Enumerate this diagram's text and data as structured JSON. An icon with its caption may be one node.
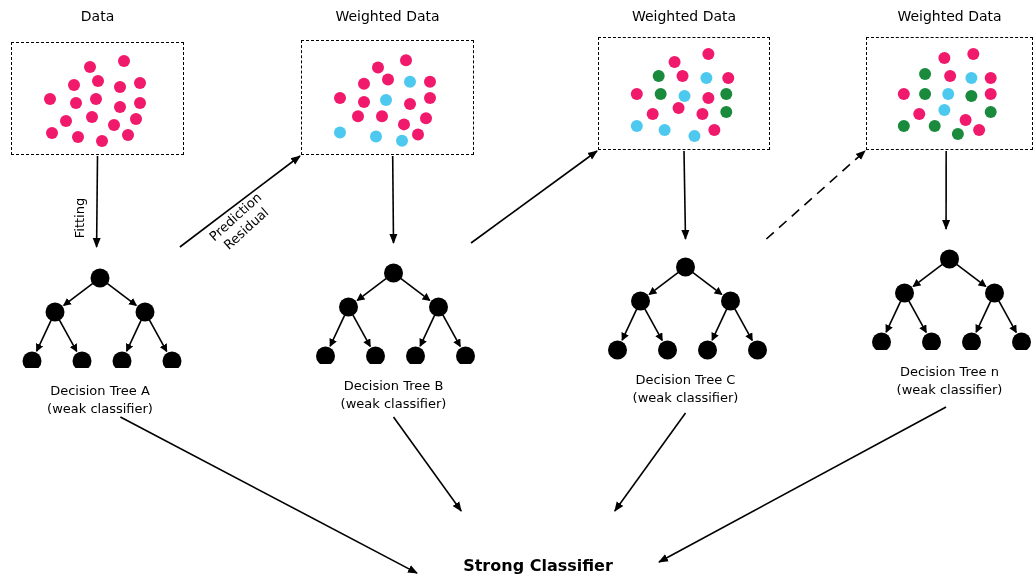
{
  "diagram": {
    "nodes": [
      {
        "text": [
          "Data"
        ]
      },
      {
        "text": [
          "Decision Tree A (weak classifier)"
        ]
      },
      {
        "text": [
          "Weighted Data"
        ]
      },
      {
        "text": [
          "Decision Tree B (weak classifier)"
        ]
      },
      {
        "text": [
          "Weighted Data"
        ]
      },
      {
        "text": [
          "Decision Tree C (weak classifier)"
        ]
      },
      {
        "text": [
          "Weighted Data"
        ]
      },
      {
        "text": [
          "Decision Tree n (weak classifier)"
        ]
      },
      {
        "text": [
          "Strong Classifier"
        ]
      }
    ],
    "edges": [
      {
        "from": 0,
        "to": 1,
        "arrow": "to",
        "label": "Fitting"
      },
      {
        "from": 1,
        "to": 2,
        "arrow": "to",
        "label": "Prediction Residual"
      },
      {
        "from": 2,
        "to": 3,
        "arrow": "to"
      },
      {
        "from": 3,
        "to": 4,
        "arrow": "to"
      },
      {
        "from": 4,
        "to": 5,
        "arrow": "to"
      },
      {
        "from": 5,
        "to": 6,
        "arrow": "to",
        "style": "dashed"
      },
      {
        "from": 6,
        "to": 7,
        "arrow": "to"
      },
      {
        "from": 1,
        "to": 8,
        "arrow": "to"
      },
      {
        "from": 3,
        "to": 8,
        "arrow": "to"
      },
      {
        "from": 5,
        "to": 8,
        "arrow": "to"
      },
      {
        "from": 7,
        "to": 8,
        "arrow": "to"
      }
    ]
  }
}
